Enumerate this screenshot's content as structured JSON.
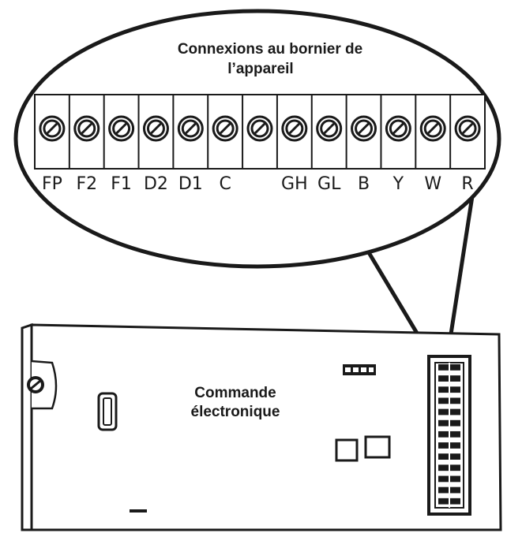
{
  "callout": {
    "title_line1": "Connexions au bornier de",
    "title_line2": "l’appareil"
  },
  "terminals": [
    {
      "label": "FP"
    },
    {
      "label": "F2"
    },
    {
      "label": "F1"
    },
    {
      "label": "D2"
    },
    {
      "label": "D1"
    },
    {
      "label": "C"
    },
    {
      "label": ""
    },
    {
      "label": "GH"
    },
    {
      "label": "GL"
    },
    {
      "label": "B"
    },
    {
      "label": "Y"
    },
    {
      "label": "W"
    },
    {
      "label": "R"
    }
  ],
  "board": {
    "title_line1": "Commande",
    "title_line2": "électronique"
  },
  "colors": {
    "ink": "#1a1a1a",
    "background": "#ffffff"
  },
  "icons": {
    "screw": "screw-terminal-icon",
    "mount": "mounting-screw-icon"
  }
}
